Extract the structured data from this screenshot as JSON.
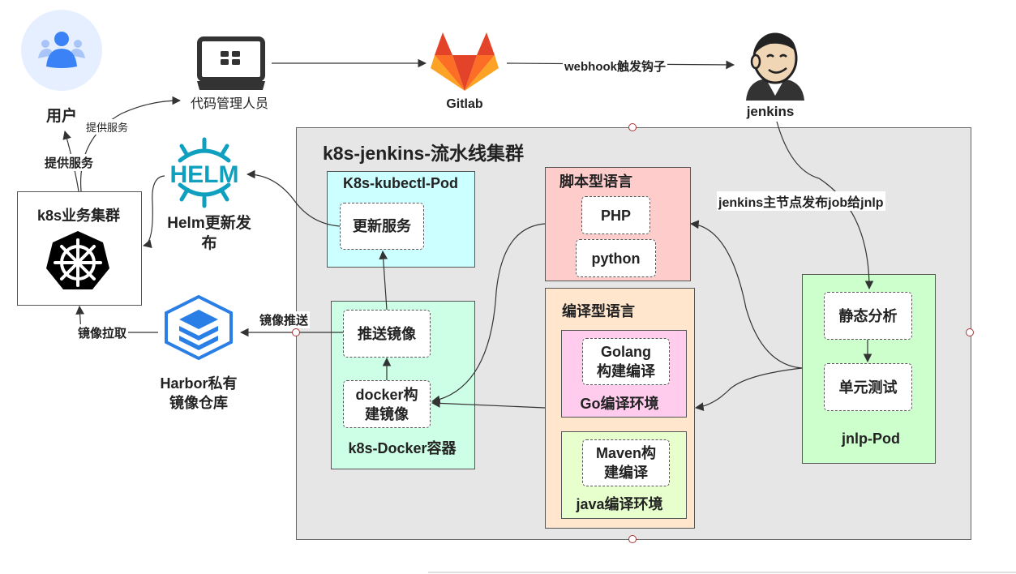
{
  "nodes": {
    "user": "用户",
    "code_admin": "代码管理人员",
    "gitlab": "Gitlab",
    "jenkins": "jenkins",
    "k8s_business_cluster": "k8s业务集群",
    "helm_logo": "HELM",
    "helm_update": "Helm更新发\n布",
    "harbor": "Harbor私有\n镜像仓库"
  },
  "pipeline_cluster": {
    "title": "k8s-jenkins-流水线集群",
    "kubectl_pod": {
      "title": "K8s-kubectl-Pod",
      "update_service": "更新服务"
    },
    "docker_container": {
      "title": "k8s-Docker容器",
      "push_image": "推送镜像",
      "build_image": "docker构\n建镜像"
    },
    "script_lang": {
      "title": "脚本型语言",
      "items": [
        "PHP",
        "python"
      ]
    },
    "compiled_lang": {
      "title": "编译型语言",
      "go_env": {
        "title": "Go编译环境",
        "build": "Golang\n构建编译"
      },
      "java_env": {
        "title": "java编译环境",
        "build": "Maven构\n建编译"
      }
    },
    "jnlp_pod": {
      "title": "jnlp-Pod",
      "static_analysis": "静态分析",
      "unit_test": "单元测试"
    }
  },
  "edges": {
    "provide_service_1": "提供服务",
    "provide_service_2": "提供服务",
    "webhook": "webhook触发钩子",
    "jenkins_to_jnlp": "jenkins主节点发布job给jnlp",
    "image_push": "镜像推送",
    "image_pull": "镜像拉取"
  },
  "colors": {
    "cluster_bg": "#e6e6e6",
    "kubectl_bg": "#ccffff",
    "docker_bg": "#ccffe6",
    "script_bg": "#ffcccc",
    "compiled_bg": "#ffe6cc",
    "go_bg": "#ffccee",
    "java_bg": "#e6ffcc",
    "jnlp_bg": "#ccffcc",
    "helm": "#0f9fbf",
    "harbor": "#2a7fe6",
    "user_accent": "#3b82f6"
  }
}
